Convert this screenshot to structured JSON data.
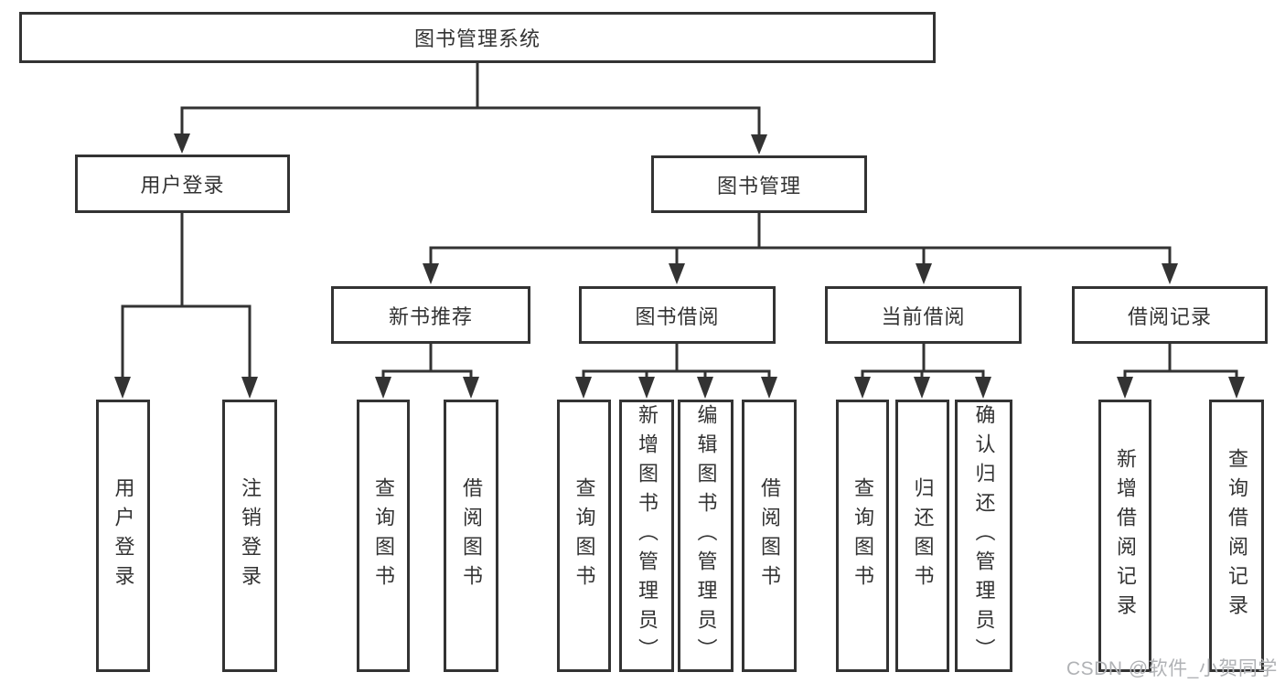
{
  "diagram": {
    "root": {
      "label": "图书管理系统"
    },
    "branches": [
      {
        "label": "用户登录",
        "leaves": [
          {
            "label": "用户登录"
          },
          {
            "label": "注销登录"
          }
        ]
      },
      {
        "label": "图书管理",
        "sections": [
          {
            "label": "新书推荐",
            "leaves": [
              {
                "label": "查询图书"
              },
              {
                "label": "借阅图书"
              }
            ]
          },
          {
            "label": "图书借阅",
            "leaves": [
              {
                "label": "查询图书"
              },
              {
                "label": "新增图书（管理员）"
              },
              {
                "label": "编辑图书（管理员）"
              },
              {
                "label": "借阅图书"
              }
            ]
          },
          {
            "label": "当前借阅",
            "leaves": [
              {
                "label": "查询图书"
              },
              {
                "label": "归还图书"
              },
              {
                "label": "确认归还（管理员）"
              }
            ]
          },
          {
            "label": "借阅记录",
            "leaves": [
              {
                "label": "新增借阅记录"
              },
              {
                "label": "查询借阅记录"
              }
            ]
          }
        ]
      }
    ]
  },
  "watermark": {
    "text": "CSDN @软件_小贺同学"
  },
  "colors": {
    "line": "#333333",
    "node_text": "#333333",
    "watermark": "#b0b2b5",
    "background": "#ffffff"
  }
}
